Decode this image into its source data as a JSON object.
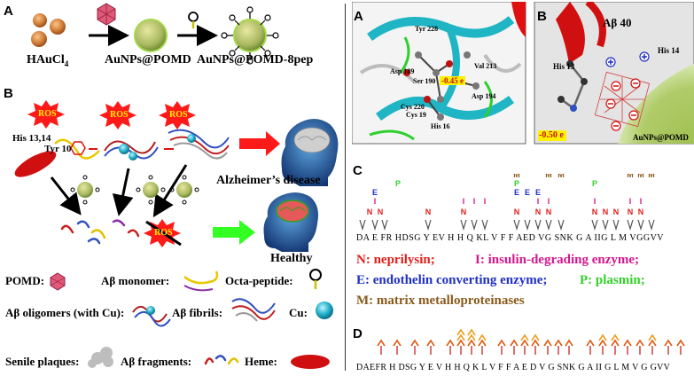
{
  "colors": {
    "neprilysin": "#e0201b",
    "ide": "#d4178c",
    "ece": "#1f2fc4",
    "plasmin": "#33d02a",
    "mmp": "#8b5a1b",
    "ros_red": "#ff1a1a",
    "arrow_green": "#33ff22",
    "protein_cyan": "#1fb5c4",
    "gold_green": "#a8c860"
  },
  "left": {
    "panelA": {
      "letter": "A",
      "haucl4": "HAuCl",
      "haucl4_sub": "4",
      "aunps_pomd": "AuNPs@POMD",
      "aunps_pomd_8pep": "AuNPs@POMD-8pep"
    },
    "panelB": {
      "letter": "B",
      "ros": "ROS",
      "his": "His 13,14",
      "tyr": "Tyr 10",
      "alzheimers": "Alzheimer’s disease",
      "healthy": "Healthy"
    },
    "legend": {
      "pomd": "POMD:",
      "monomer": "Aβ monomer:",
      "octa": "Octa-peptide:",
      "oligomers": "Aβ oligomers (with Cu):",
      "fibrils": "Aβ fibrils:",
      "cu": "Cu:",
      "plaques": "Senile plaques:",
      "fragments": "Aβ fragments:",
      "heme": "Heme:"
    }
  },
  "right": {
    "panelA": {
      "letter": "A",
      "residues": [
        "Tyr 228",
        "Val 213",
        "Asp 189",
        "Ser 190",
        "Asp 194",
        "Cys 220",
        "Cys 19",
        "His 16"
      ],
      "charge": "-0.45 e"
    },
    "panelB": {
      "letter": "B",
      "abeta": "Aβ 40",
      "his13": "His 13",
      "his14": "His 14",
      "charge": "-0.50 e",
      "aunps": "AuNPs@POMD"
    },
    "panelC": {
      "letter": "C",
      "seq_groups": [
        "DA",
        "E",
        "FR",
        "HDSG",
        "Y",
        "EV",
        "H",
        "H",
        "Q",
        "K",
        "L",
        "V",
        "F",
        "F",
        "AED",
        "VG",
        "SNK",
        "G",
        "A",
        "I",
        "I",
        "G",
        "L",
        "M",
        "VGGVV"
      ],
      "cleavages": {
        "mmp_marks": [
          "M",
          "M",
          "M",
          "M",
          "M",
          "M"
        ],
        "plasmin_marks": [
          "P",
          "P",
          "P"
        ],
        "ece_marks": [
          "E",
          "E",
          "E",
          "E"
        ],
        "ide_marks": [
          "I",
          "I",
          "I",
          "I",
          "I",
          "I",
          "I",
          "I"
        ],
        "nep_marks": [
          "N",
          "N",
          "N",
          "N",
          "N",
          "N",
          "N",
          "N",
          "N",
          "N",
          "N",
          "N"
        ]
      },
      "legend": {
        "n": "N: neprilysin;",
        "i": "I: insulin-degrading enzyme;",
        "e": "E: endothelin converting enzyme;",
        "p": "P: plasmin;",
        "m": "M: matrix metalloproteinases"
      }
    },
    "panelD": {
      "letter": "D",
      "seq_groups": [
        "DAEFR",
        "H",
        "DSG",
        "Y",
        "E",
        "V",
        "H",
        "H",
        "Q",
        "K",
        "L",
        "V",
        "F",
        "F",
        "A",
        "E",
        "D",
        "V",
        "G",
        "SNK",
        "G",
        "A",
        "I",
        "I",
        "G",
        "L",
        "M",
        "V",
        "G",
        "GVV"
      ]
    }
  }
}
